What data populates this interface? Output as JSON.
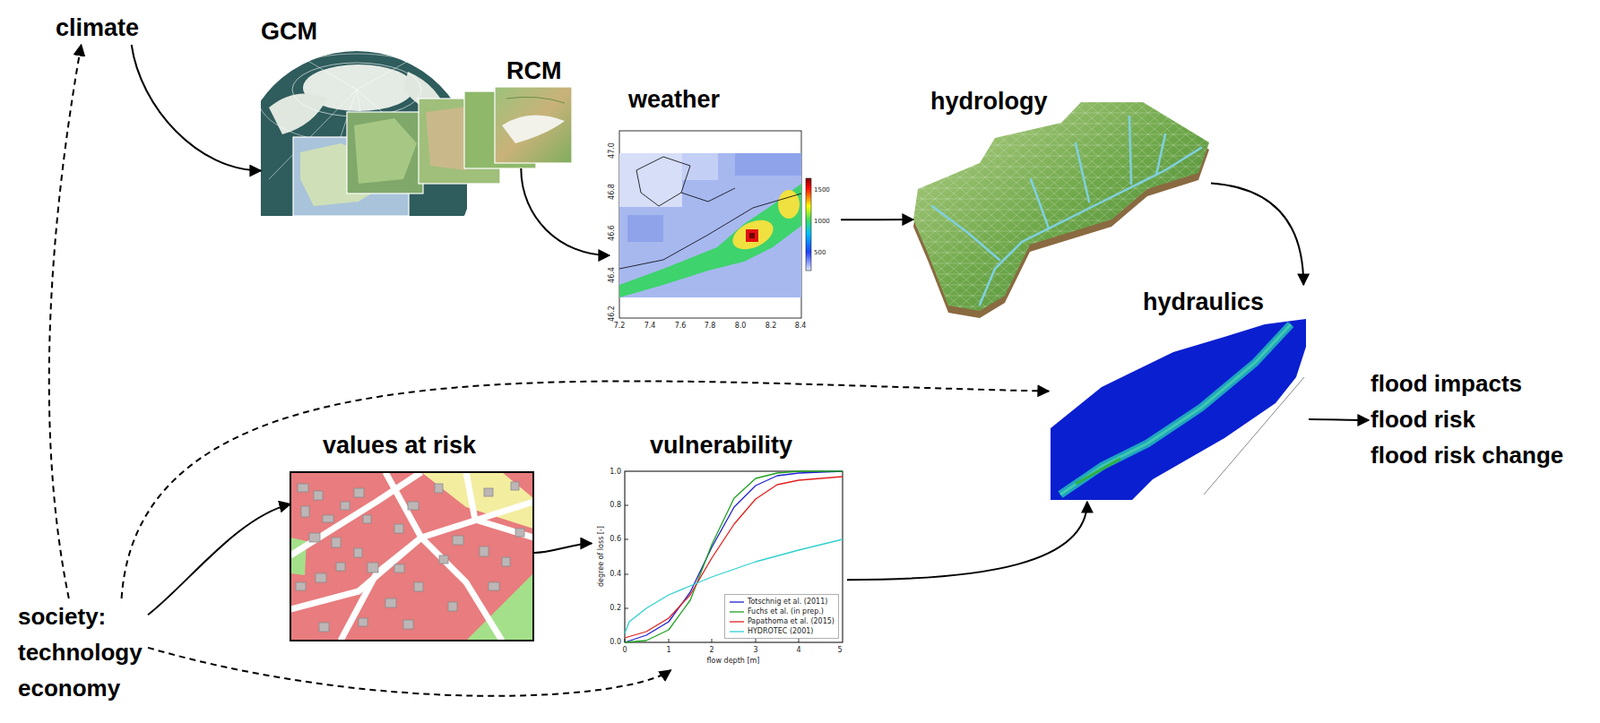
{
  "diagram": {
    "nodes": [
      {
        "text": [
          "climate"
        ]
      },
      {
        "text": [
          "GCM"
        ]
      },
      {
        "text": [
          "RCM"
        ]
      },
      {
        "text": [
          "weather"
        ]
      },
      {
        "text": [
          "hydrology"
        ]
      },
      {
        "text": [
          "hydraulics"
        ]
      },
      {
        "text": [
          "flood impacts",
          "flood risk",
          "flood risk change"
        ]
      },
      {
        "text": [
          "values at risk"
        ]
      },
      {
        "text": [
          "vulnerability"
        ]
      },
      {
        "text": [
          "society:",
          "technology",
          "economy"
        ]
      }
    ],
    "edges": [
      {
        "from": 0,
        "to": 1,
        "arrow": "to"
      },
      {
        "from": 2,
        "to": 3,
        "arrow": "to"
      },
      {
        "from": 3,
        "to": 4,
        "arrow": "to"
      },
      {
        "from": 4,
        "to": 5,
        "arrow": "to"
      },
      {
        "from": 5,
        "to": 6,
        "arrow": "to"
      },
      {
        "from": 9,
        "to": 0,
        "arrow": "to"
      },
      {
        "from": 9,
        "to": 5,
        "arrow": "to"
      },
      {
        "from": 9,
        "to": 7,
        "arrow": "to"
      },
      {
        "from": 9,
        "to": 8,
        "arrow": "to"
      },
      {
        "from": 7,
        "to": 8,
        "arrow": "to"
      },
      {
        "from": 8,
        "to": 5,
        "arrow": "to"
      }
    ],
    "labels": [
      "47.0",
      "46.8",
      "46.6",
      "46.4",
      "46.2",
      "7.2",
      "7.4",
      "7.6",
      "7.8",
      "8.0",
      "8.2",
      "8.4",
      "1500",
      "1000",
      "500",
      "0.0",
      "0.2",
      "0.4",
      "0.6",
      "0.8",
      "1.0",
      "degree of loss [-]",
      "0",
      "1",
      "2",
      "3",
      "4",
      "5",
      "flow depth [m]"
    ],
    "legend": [
      {
        "text": "Totschnig et al. (2011)"
      },
      {
        "text": "Fuchs et al. (in prep.)"
      },
      {
        "text": "Papathoma et al. (2015)"
      },
      {
        "text": "HYDROTEC (2001)"
      }
    ]
  }
}
